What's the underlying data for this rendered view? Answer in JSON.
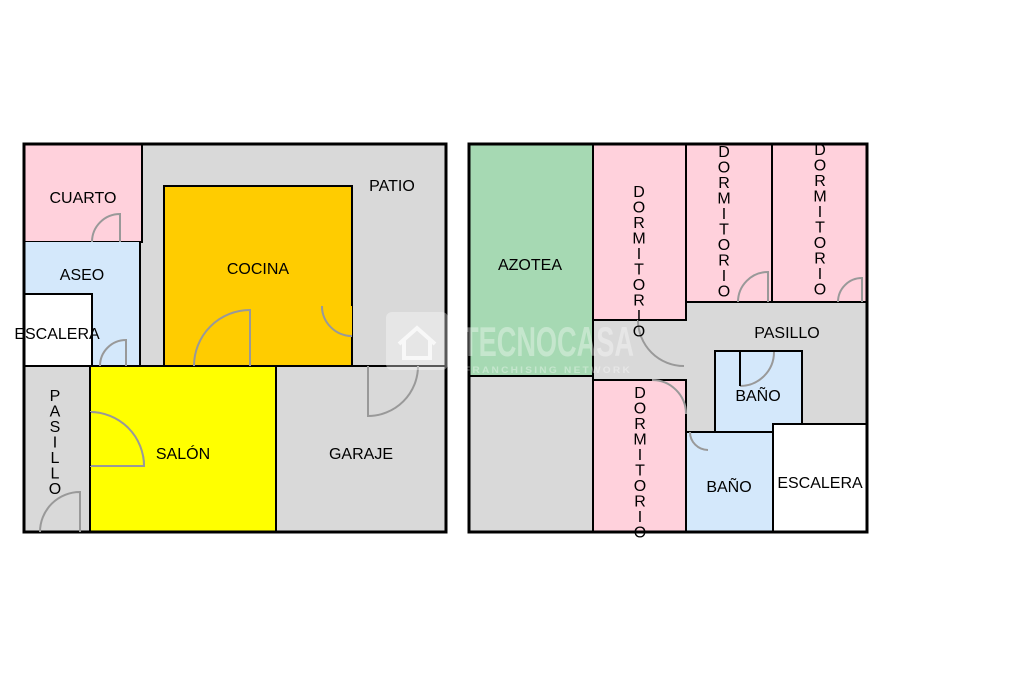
{
  "colors": {
    "patio": "#d9d9d9",
    "cuarto": "#ffd1dc",
    "aseo": "#d4e8fb",
    "cocina": "#ffcc00",
    "salon": "#ffff00",
    "azotea": "#a6d9b3",
    "dormitorio": "#ffd1dc",
    "bano": "#d4e8fb",
    "wall": "#000000",
    "door": "#999999",
    "background": "#ffffff"
  },
  "floor1": {
    "cuarto": "CUARTO",
    "aseo": "ASEO",
    "escalera": "ESCALERA",
    "cocina": "COCINA",
    "patio": "PATIO",
    "pasillo": "PASILLO",
    "salon": "SALÓN",
    "garaje": "GARAJE"
  },
  "floor2": {
    "azotea": "AZOTEA",
    "dormitorio": "DORMITORIO",
    "pasillo": "PASILLO",
    "bano": "BAÑO",
    "escalera": "ESCALERA"
  },
  "watermark": {
    "brand": "TECNOCASA",
    "tagline": "FRANCHISING NETWORK",
    "logo_icon": "house-icon"
  }
}
